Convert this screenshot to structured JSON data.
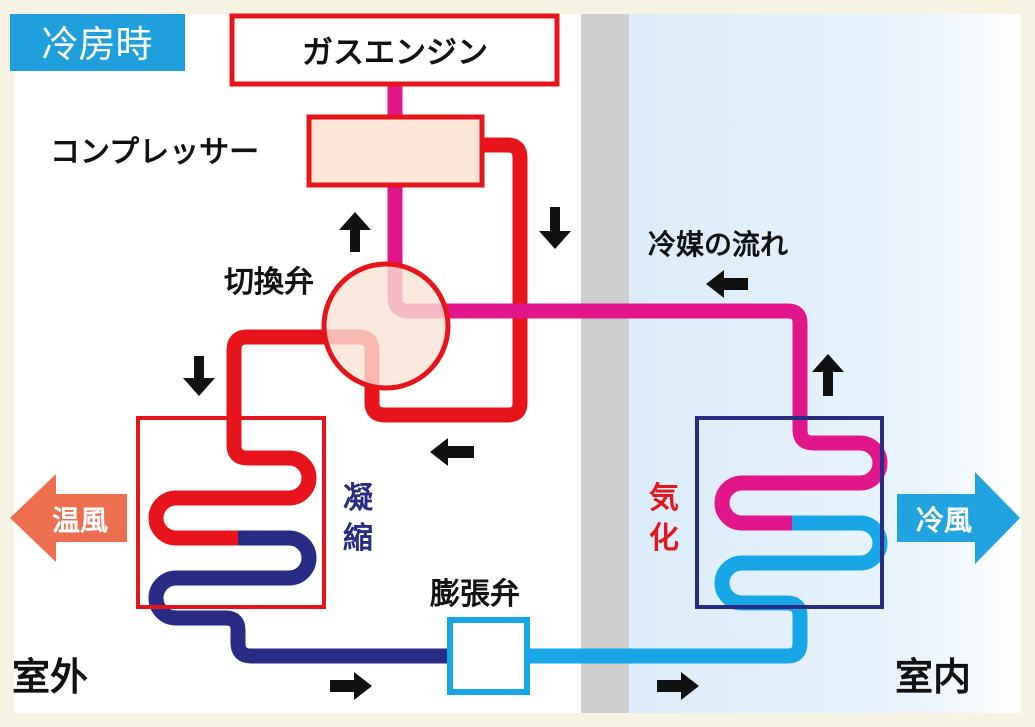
{
  "mode_badge": "冷房時",
  "components": {
    "gas_engine": "ガスエンジン",
    "compressor": "コンプレッサー",
    "switch_valve": "切換弁",
    "expansion_valve": "膨張弁"
  },
  "process_labels": {
    "condense": [
      "凝",
      "縮"
    ],
    "evaporate": [
      "気",
      "化"
    ]
  },
  "flow_label": "冷媒の流れ",
  "zones": {
    "outdoor": "室外",
    "indoor": "室内"
  },
  "air": {
    "warm_label": "温風",
    "cool_label": "冷風"
  },
  "colors": {
    "hot_red": "#e8141c",
    "warm_pink": "#e0168a",
    "cold_navy": "#282c84",
    "cool_blue": "#17a6e6",
    "warm_air": "#ee6f4f",
    "cool_air": "#21a3df",
    "wall": "#cfcfcf",
    "indoor_tint": "#e3f1fb",
    "compressor_fill": "#fde6d8",
    "valve_fill": "#fbe3d6"
  }
}
